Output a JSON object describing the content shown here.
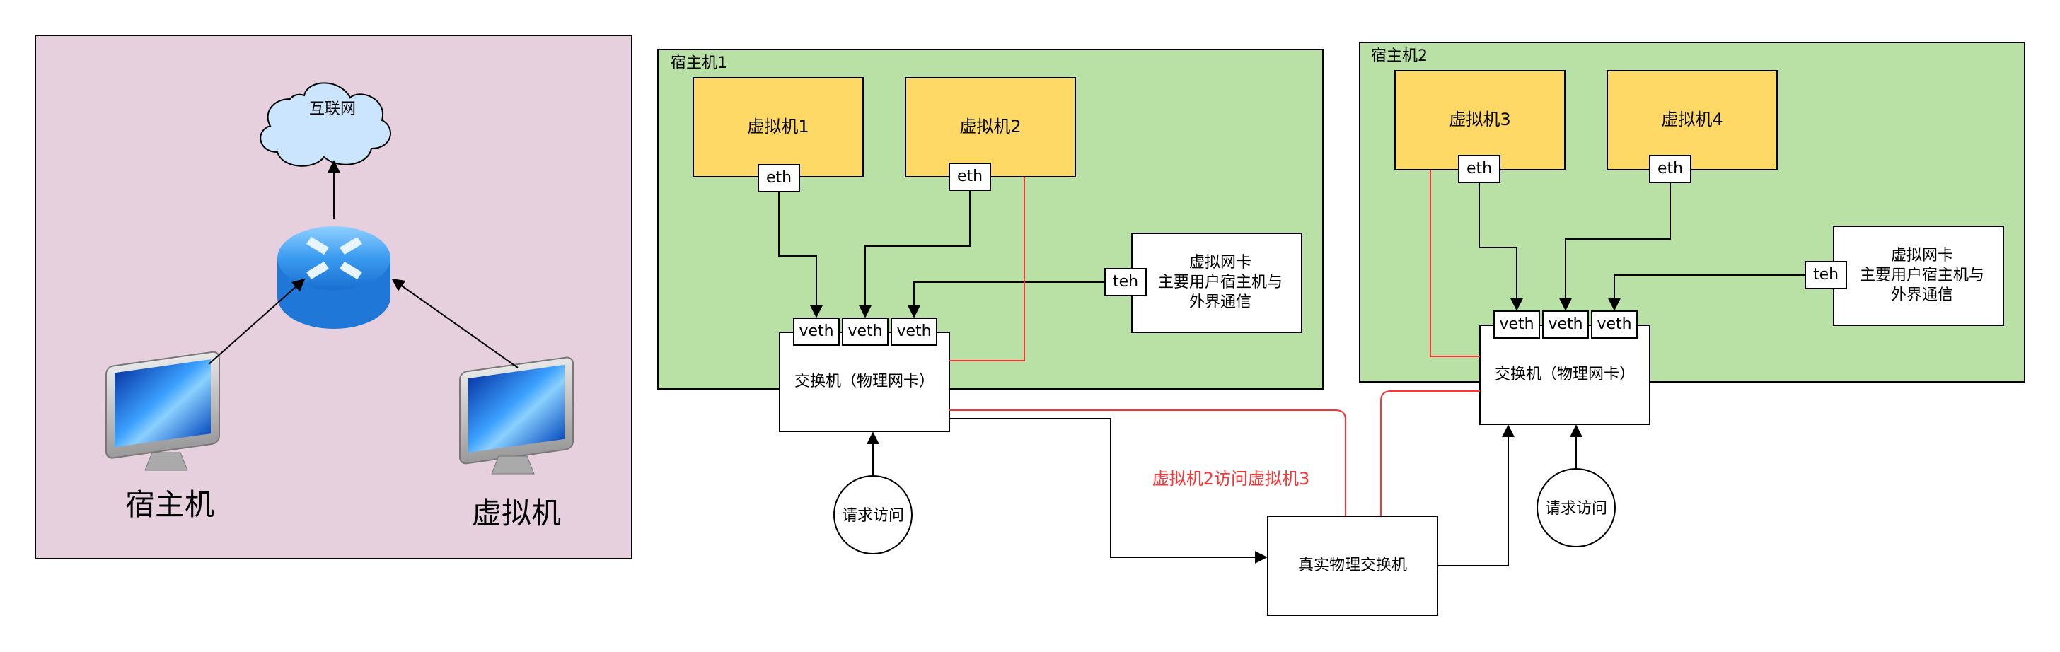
{
  "left_panel": {
    "cloud_label": "互联网",
    "host_label": "宿主机",
    "vm_label": "虚拟机"
  },
  "host1": {
    "title": "宿主机1",
    "vm1": {
      "label": "虚拟机1",
      "eth": "eth"
    },
    "vm2": {
      "label": "虚拟机2",
      "eth": "eth"
    },
    "vnic": {
      "label_line1": "虚拟网卡",
      "label_line2": "主要用户宿主机与",
      "label_line3": "外界通信",
      "port": "teh"
    },
    "switch": {
      "label": "交换机（物理网卡）",
      "ports": [
        "veth",
        "veth",
        "veth"
      ]
    },
    "request": "请求访问"
  },
  "host2": {
    "title": "宿主机2",
    "vm3": {
      "label": "虚拟机3",
      "eth": "eth"
    },
    "vm4": {
      "label": "虚拟机4",
      "eth": "eth"
    },
    "vnic": {
      "label_line1": "虚拟网卡",
      "label_line2": "主要用户宿主机与",
      "label_line3": "外界通信",
      "port": "teh"
    },
    "switch": {
      "label": "交换机（物理网卡）",
      "ports": [
        "veth",
        "veth",
        "veth"
      ]
    },
    "request": "请求访问"
  },
  "physical_switch": {
    "label": "真实物理交换机"
  },
  "red_path_label": "虚拟机2访问虚拟机3",
  "colors": {
    "left_panel_bg": "#e6d0de",
    "host_bg": "#b9e0a5",
    "vm_bg": "#ffd966",
    "cloud_bg": "#cce5ff",
    "red_line": "#ff3333"
  }
}
